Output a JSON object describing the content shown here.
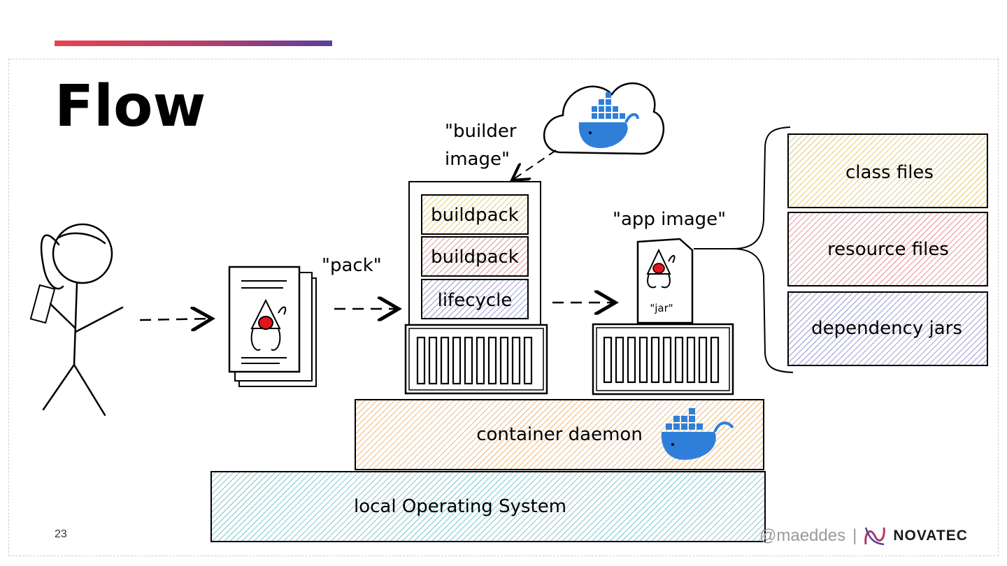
{
  "slide": {
    "title": "Flow",
    "page_number": "23",
    "footer_handle": "@maeddes",
    "footer_separator": "|",
    "brand_name": "NOVATEC"
  },
  "diagram": {
    "labels": {
      "builder_image_line1": "\"builder",
      "builder_image_line2": "image\"",
      "pack": "\"pack\"",
      "app_image": "\"app image\"",
      "jar": "\"jar\""
    },
    "builder_layers": [
      "buildpack",
      "buildpack",
      "lifecycle"
    ],
    "jar_contents": [
      "class files",
      "resource files",
      "dependency jars"
    ],
    "platform": {
      "daemon": "container daemon",
      "os": "local Operating System"
    }
  },
  "colors": {
    "accent_start": "#e8434f",
    "accent_end": "#5a3f9a",
    "yellow_hatch": "#c9a920",
    "red_hatch": "#c9505a",
    "purple_hatch": "#5a5ab0",
    "orange_hatch": "#d98a2a",
    "teal_hatch": "#2aa0a8",
    "docker_blue": "#2f7fd8"
  }
}
